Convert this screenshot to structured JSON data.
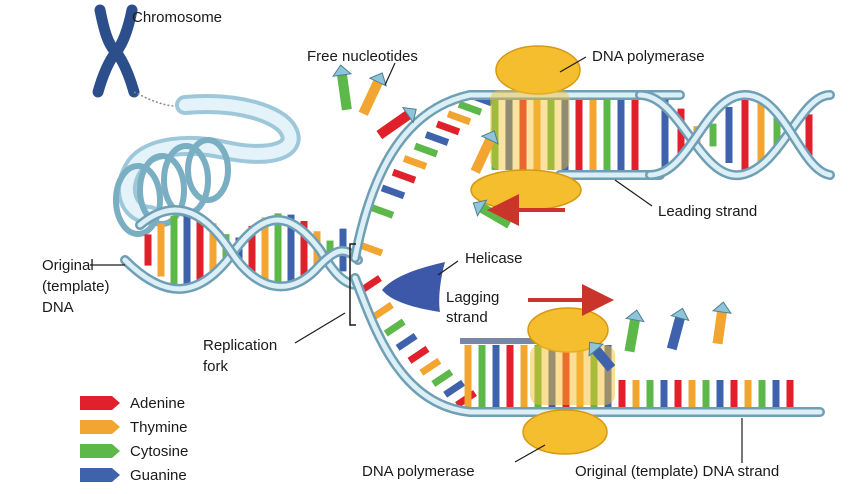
{
  "labels": {
    "chromosome": "Chromosome",
    "free_nucleotides": "Free nucleotides",
    "dna_polymerase_top": "DNA polymerase",
    "leading_strand": "Leading strand",
    "original_line1": "Original",
    "original_line2": "(template)",
    "original_line3": "DNA",
    "helicase": "Helicase",
    "lagging_line1": "Lagging",
    "lagging_line2": "strand",
    "replication_line1": "Replication",
    "replication_line2": "fork",
    "dna_polymerase_bottom": "DNA polymerase",
    "original_template_strand": "Original (template) DNA strand"
  },
  "legend": [
    {
      "name": "Adenine",
      "color": "#e0202a"
    },
    {
      "name": "Thymine",
      "color": "#f2a531"
    },
    {
      "name": "Cytosine",
      "color": "#5cb848"
    },
    {
      "name": "Guanine",
      "color": "#3f62ac"
    }
  ],
  "colors": {
    "backbone": "#6f9fb4",
    "backbone_fill": "#dceef6",
    "polymerase": "#f5be2e",
    "helicase": "#3d58a8",
    "chromosome": "#2c4f8c",
    "arrow": "#c9352a"
  }
}
